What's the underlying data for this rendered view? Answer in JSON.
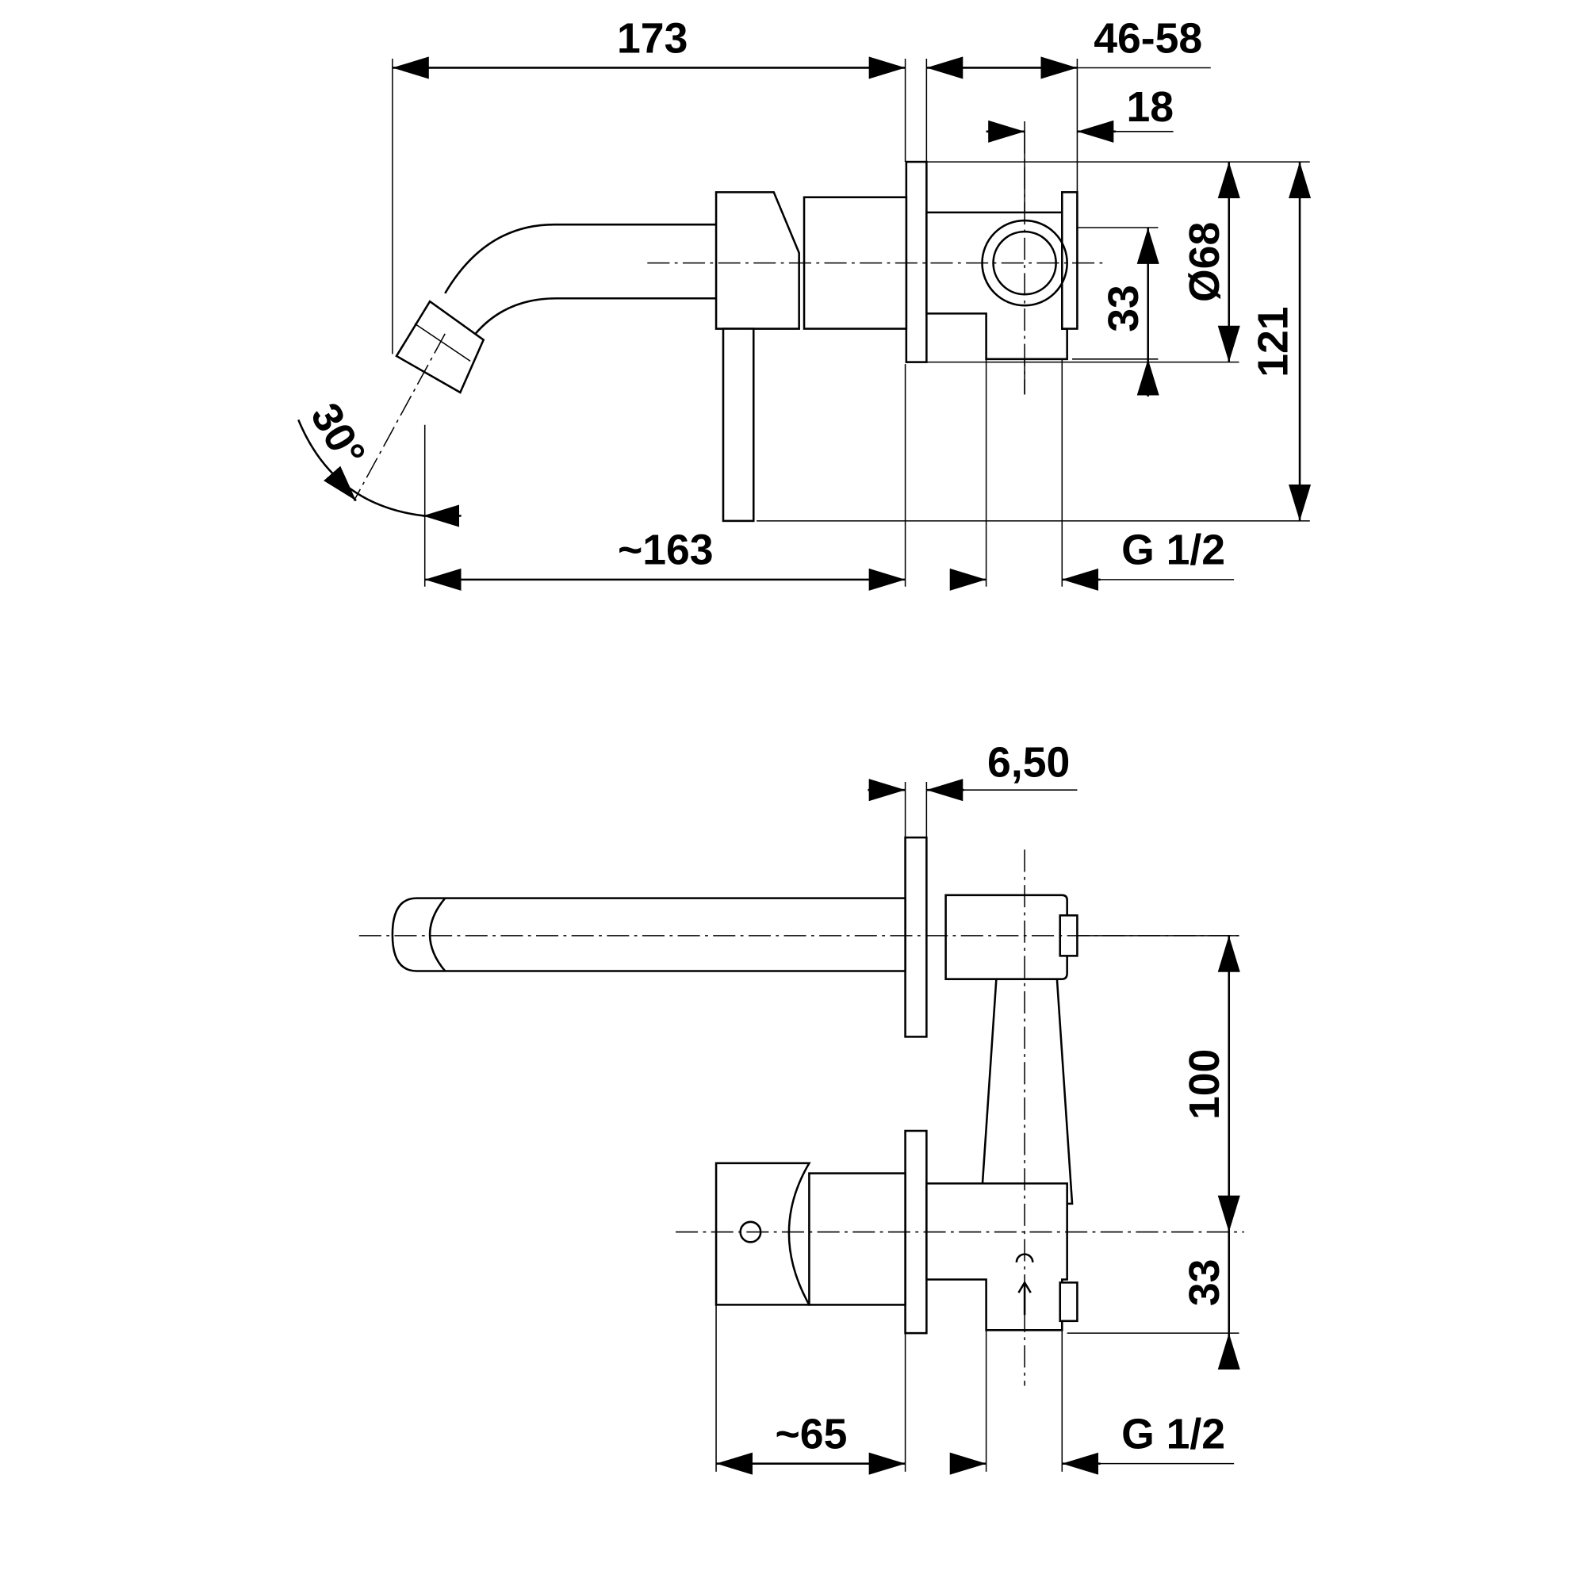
{
  "top_view": {
    "dim_total_length": "173",
    "dim_wall_depth": "46-58",
    "dim_offset": "18",
    "dim_plate_diameter": "Ø68",
    "dim_height_33": "33",
    "dim_height_121": "121",
    "dim_angle": "30°",
    "dim_spout_projection": "~163",
    "dim_connection": "G 1/2"
  },
  "bottom_view": {
    "dim_plate_thickness": "6,50",
    "dim_center_distance": "100",
    "dim_height_33": "33",
    "dim_handle_projection": "~65",
    "dim_connection": "G 1/2"
  }
}
